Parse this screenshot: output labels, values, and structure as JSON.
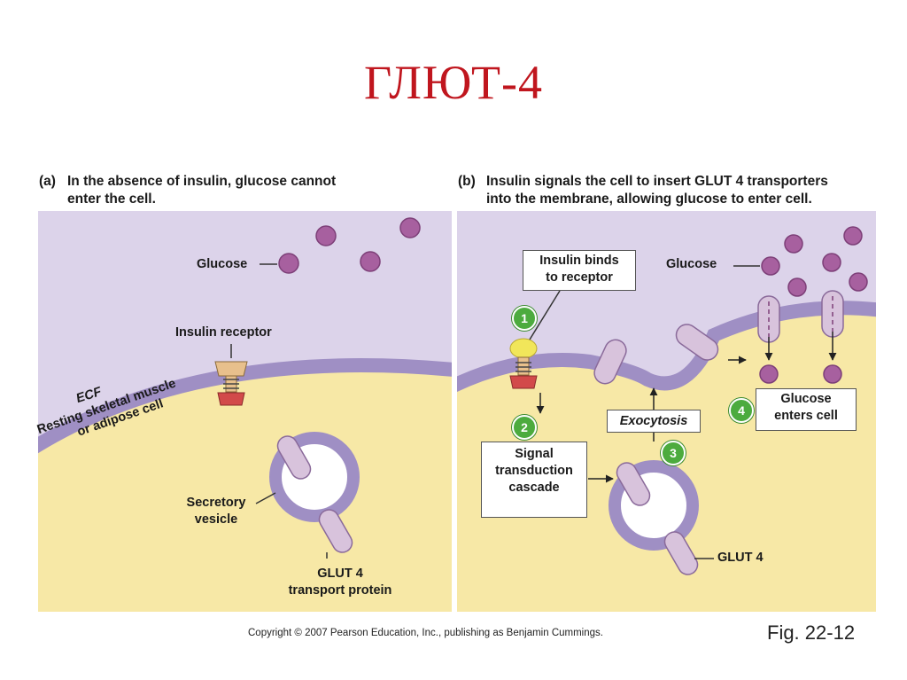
{
  "slide": {
    "title": "ГЛЮТ-4"
  },
  "panel_a": {
    "tag": "(a)",
    "caption_line1": "In the absence of insulin, glucose cannot",
    "caption_line2": "enter the cell.",
    "labels": {
      "glucose": "Glucose",
      "insulin_receptor": "Insulin receptor",
      "ecf": "ECF",
      "cell_line1": "Resting skeletal muscle",
      "cell_line2": "or adipose cell",
      "vesicle_line1": "Secretory",
      "vesicle_line2": "vesicle",
      "glut_line1": "GLUT 4",
      "glut_line2": "transport protein"
    }
  },
  "panel_b": {
    "tag": "(b)",
    "caption_line1": "Insulin signals the cell to insert GLUT 4 transporters",
    "caption_line2": "into the membrane, allowing glucose to enter cell.",
    "labels": {
      "insulin_binds_line1": "Insulin binds",
      "insulin_binds_line2": "to receptor",
      "glucose": "Glucose",
      "exocytosis": "Exocytosis",
      "signal_line1": "Signal",
      "signal_line2": "transduction",
      "signal_line3": "cascade",
      "glucose_enters_line1": "Glucose",
      "glucose_enters_line2": "enters cell",
      "glut": "GLUT 4"
    },
    "steps": [
      "1",
      "2",
      "3",
      "4"
    ]
  },
  "footer": {
    "copyright": "Copyright © 2007 Pearson Education, Inc., publishing as Benjamin Cummings.",
    "figure": "Fig. 22-12"
  },
  "colors": {
    "title": "#c0161e",
    "ecf": "#dcd3ea",
    "cytoplasm": "#f7e8a6",
    "membrane": "#9f8fc4",
    "glucose": "#a7609f",
    "glut4": "#d8c3dc",
    "step_badge": "#4cab3e"
  }
}
